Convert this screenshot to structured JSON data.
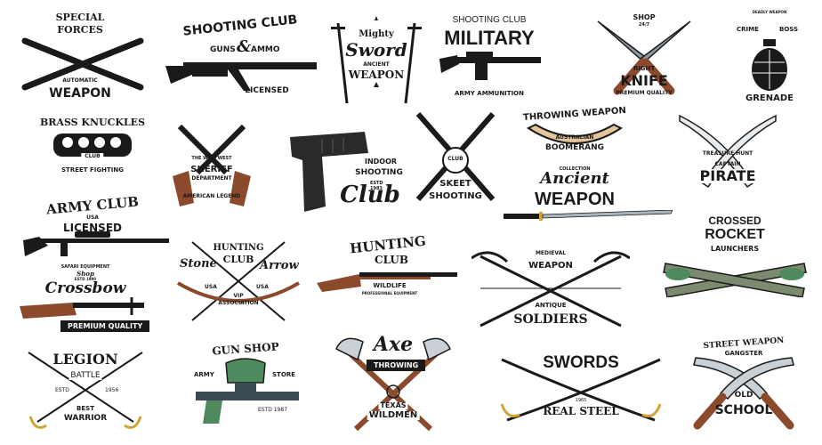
{
  "emblems": {
    "special_forces": {
      "top": "SPECIAL",
      "mid": "FORCES",
      "sub": "AUTOMATIC",
      "main": "WEAPON"
    },
    "shooting_club_guns": {
      "arc": "SHOOTING CLUB",
      "mid": "GUNS",
      "amp": "&",
      "mid2": "AMMO",
      "bottom": "LICENSED"
    },
    "mighty_sword": {
      "top": "Mighty",
      "script": "Sword",
      "sub": "ANCIENT",
      "main": "WEAPON"
    },
    "military": {
      "top": "SHOOTING CLUB",
      "main": "MILITARY",
      "arc": "ARMY AMMUNITION"
    },
    "knife_shop": {
      "top": "SHOP",
      "small": "24/7",
      "sub": "RIGHT",
      "main": "KNIFE",
      "bottom": "PREMIUM QUALITY"
    },
    "crime_boss": {
      "tiny": "DEADLY WEAPON",
      "top": "CRIME",
      "top2": "BOSS",
      "main": "GRENADE"
    },
    "brass_knuckles": {
      "arc": "BRASS KNUCKLES",
      "badge": "CLUB",
      "bottom": "STREET FIGHTING"
    },
    "sheriff": {
      "top": "THE WILD WEST",
      "main": "SHERIFF",
      "sub": "DEPARTMENT",
      "bottom": "AMERICAN LEGEND"
    },
    "indoor_club": {
      "top": "INDOOR",
      "main": "SHOOTING",
      "sub": "ESTD",
      "year": "1983",
      "script": "Club"
    },
    "skeet": {
      "badge": "CLUB",
      "main": "SKEET",
      "sub": "SHOOTING"
    },
    "boomerang": {
      "arc": "THROWING WEAPON",
      "sub": "AUSTRALIAN",
      "main": "BOOMERANG"
    },
    "ancient_weapon": {
      "small": "COLLECTION",
      "script": "Ancient",
      "main": "WEAPON"
    },
    "pirate": {
      "arc": "TREASURE HUNT",
      "sub": "CAPTAIN",
      "main": "PIRATE"
    },
    "army_club": {
      "arc": "ARMY CLUB",
      "sub": "USA",
      "main": "LICENSED"
    },
    "hunting_arrow": {
      "top": "HUNTING",
      "main": "CLUB",
      "left": "Stone",
      "right": "Arrow",
      "l2": "USA",
      "r2": "USA",
      "vip": "VIP",
      "bottom": "ASSOCIATION"
    },
    "hunting_club_wildlife": {
      "arc": "HUNTING",
      "main": "CLUB",
      "sub": "WILDLIFE",
      "bottom": "PROFESSIONAL EQUIPMENT"
    },
    "medieval": {
      "top": "MEDIEVAL",
      "main": "WEAPON",
      "sub": "ANTIQUE",
      "bottom": "SOLDIERS"
    },
    "rocket": {
      "top": "CROSSED",
      "main": "ROCKET",
      "sub": "LAUNCHERS"
    },
    "crossbow": {
      "arc": "SAFARI EQUIPMENT",
      "small": "Shop",
      "estd": "ESTD 1990",
      "script": "Crossbow",
      "bottom": "PREMIUM QUALITY"
    },
    "legion": {
      "main": "LEGION",
      "sub": "BATTLE",
      "left": "ESTD",
      "right": "1956",
      "b1": "BEST",
      "b2": "WARRIOR"
    },
    "gun_shop": {
      "arc": "GUN SHOP",
      "left": "ARMY",
      "right": "STORE",
      "bottom": "ESTD 1987"
    },
    "axe": {
      "script": "Axe",
      "ribbon": "THROWING",
      "b1": "TEXAS",
      "b2": "WILDMEN"
    },
    "swords": {
      "main": "SWORDS",
      "small": "1965",
      "bottom": "REAL STEEL"
    },
    "street_weapon": {
      "arc": "STREET WEAPON",
      "sub": "GANGSTER",
      "b1": "OLD",
      "b2": "SCHOOL"
    }
  },
  "colors": {
    "ink": "#1a1a1a",
    "wood": "#8b4a2b",
    "metal": "#6e7b86",
    "brass": "#d4a437",
    "green": "#4e8a5e",
    "olive": "#7c8a6f"
  }
}
